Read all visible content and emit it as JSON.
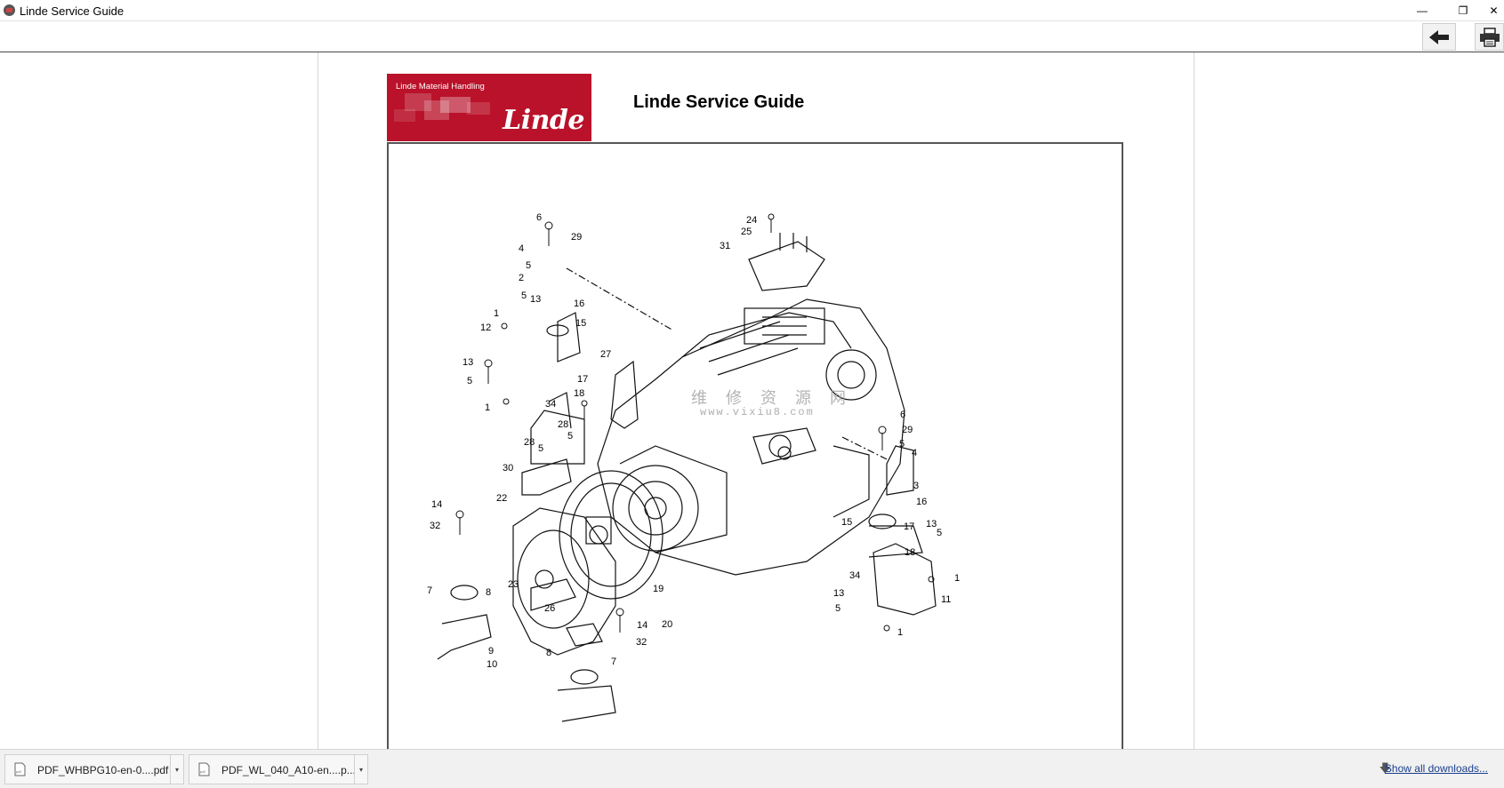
{
  "window": {
    "title": "Linde Service Guide",
    "minimize_symbol": "—",
    "restore_symbol": "❐",
    "close_symbol": "✕"
  },
  "toolbar": {
    "back_icon": "back-arrow-icon",
    "print_icon": "printer-icon"
  },
  "page": {
    "logo_tagline": "Linde Material Handling",
    "logo_wordmark": "Linde",
    "title": "Linde Service Guide",
    "watermark_chars": "维 修 资 源 网",
    "watermark_url": "www.vixiu8.com",
    "brand_color": "#b9122a"
  },
  "diagram": {
    "callouts": [
      "6",
      "29",
      "4",
      "5",
      "2",
      "5",
      "13",
      "16",
      "15",
      "1",
      "12",
      "13",
      "5",
      "1",
      "17",
      "18",
      "34",
      "24",
      "25",
      "31",
      "27",
      "28",
      "5",
      "28",
      "5",
      "30",
      "14",
      "22",
      "32",
      "7",
      "8",
      "23",
      "26",
      "19",
      "14",
      "20",
      "32",
      "9",
      "10",
      "8",
      "7",
      "6",
      "29",
      "5",
      "4",
      "3",
      "16",
      "15",
      "17",
      "13",
      "5",
      "18",
      "34",
      "1",
      "13",
      "11",
      "5",
      "1"
    ]
  },
  "downloads": {
    "items": [
      {
        "name": "PDF_WHBPG10-en-0....pdf",
        "icon": "pdf-file-icon"
      },
      {
        "name": "PDF_WL_040_A10-en....p...",
        "icon": "pdf-file-icon"
      }
    ],
    "show_all": "Show all downloads...",
    "caret": "▾"
  }
}
